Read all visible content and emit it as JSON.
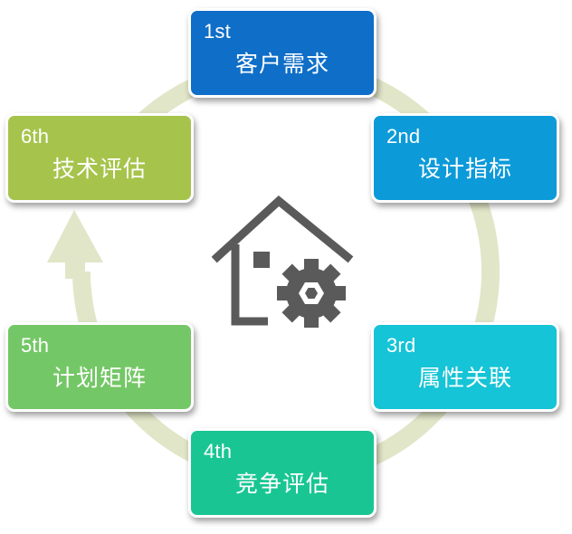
{
  "diagram": {
    "ring_color": "#e2e6c8",
    "icon_color": "#5a5a5a",
    "center_icon": "house-gear-icon",
    "steps": [
      {
        "order": "1st",
        "label": "客户需求",
        "color": "#0f6ec7"
      },
      {
        "order": "2nd",
        "label": "设计指标",
        "color": "#0d9ad9"
      },
      {
        "order": "3rd",
        "label": "属性关联",
        "color": "#15c4d6"
      },
      {
        "order": "4th",
        "label": "竞争评估",
        "color": "#19c693"
      },
      {
        "order": "5th",
        "label": "计划矩阵",
        "color": "#74c766"
      },
      {
        "order": "6th",
        "label": "技术评估",
        "color": "#a6c44c"
      }
    ]
  }
}
